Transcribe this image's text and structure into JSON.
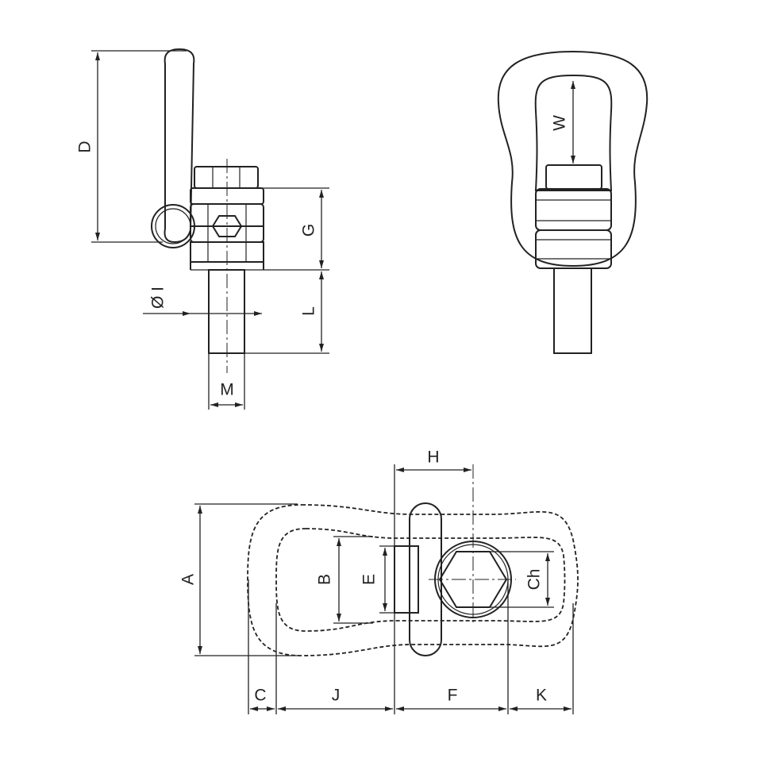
{
  "side_view": {
    "labels": {
      "D": "D",
      "G": "G",
      "I": "Ø I",
      "L": "L",
      "M": "M"
    }
  },
  "front_view": {
    "labels": {
      "W": "W"
    }
  },
  "top_view": {
    "labels": {
      "H": "H",
      "A": "A",
      "B": "B",
      "E": "E",
      "Ch": "Ch",
      "C": "C",
      "J": "J",
      "F": "F",
      "K": "K"
    }
  }
}
